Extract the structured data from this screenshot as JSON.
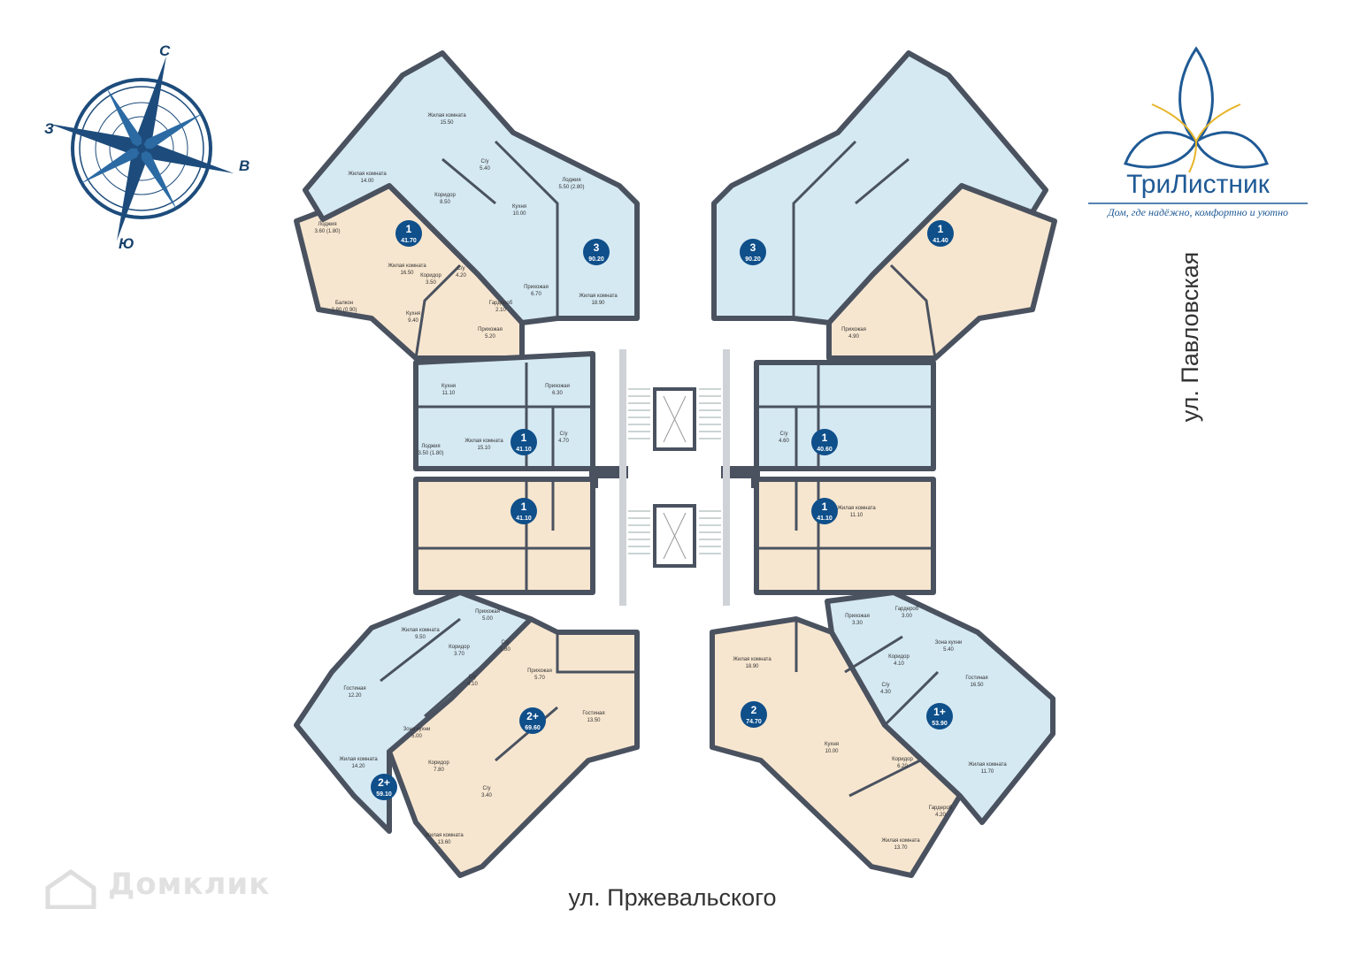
{
  "streets": {
    "bottom": "ул. Пржевальского",
    "right": "ул. Павловская"
  },
  "logo": {
    "title": "ТриЛистник",
    "tagline": "Дом, где надёжно, комфортно и уютно",
    "icon": "three-leaf-logo-icon",
    "colors": {
      "blue": "#1f5a95",
      "gold": "#e7b52a"
    }
  },
  "compass": {
    "north": "С",
    "east": "В",
    "south": "Ю",
    "west": "З",
    "icon": "compass-rose-icon"
  },
  "watermark": {
    "text": "Домклик",
    "icon": "house-icon"
  },
  "colors": {
    "wall": "#4a5260",
    "unit_blue": "#d5e9f3",
    "unit_beige": "#f7e6cf",
    "badge": "#0f4f8a",
    "corridor": "#ffffff"
  },
  "apartments": [
    {
      "id": "nw-1",
      "rooms": "1",
      "area": "41.70",
      "tint": "beige"
    },
    {
      "id": "nw-3",
      "rooms": "3",
      "area": "90.20",
      "tint": "blue"
    },
    {
      "id": "ne-3",
      "rooms": "3",
      "area": "90.20",
      "tint": "blue"
    },
    {
      "id": "ne-1",
      "rooms": "1",
      "area": "41.40",
      "tint": "beige"
    },
    {
      "id": "wu-1",
      "rooms": "1",
      "area": "41.10",
      "tint": "blue"
    },
    {
      "id": "wl-1",
      "rooms": "1",
      "area": "41.10",
      "tint": "beige"
    },
    {
      "id": "eu-1",
      "rooms": "1",
      "area": "40.60",
      "tint": "blue"
    },
    {
      "id": "el-1",
      "rooms": "1",
      "area": "41.10",
      "tint": "beige"
    },
    {
      "id": "sw-2p",
      "rooms": "2+",
      "area": "59.10",
      "tint": "blue"
    },
    {
      "id": "sc-2p",
      "rooms": "2+",
      "area": "69.60",
      "tint": "beige"
    },
    {
      "id": "se-2",
      "rooms": "2",
      "area": "74.70",
      "tint": "beige"
    },
    {
      "id": "se-1p",
      "rooms": "1+",
      "area": "53.90",
      "tint": "blue"
    }
  ],
  "rooms": [
    {
      "name": "Жилая комната",
      "area": "15.50"
    },
    {
      "name": "Жилая комната",
      "area": "14.00"
    },
    {
      "name": "С/у",
      "area": "5.40"
    },
    {
      "name": "Коридор",
      "area": "8.50"
    },
    {
      "name": "Кухня",
      "area": "10.00"
    },
    {
      "name": "Лоджия",
      "area": "5.50 (2.80)"
    },
    {
      "name": "Лоджия",
      "area": "3.60 (1.80)"
    },
    {
      "name": "Жилая комната",
      "area": "16.50"
    },
    {
      "name": "С/у",
      "area": "4.20"
    },
    {
      "name": "Коридор",
      "area": "3.50"
    },
    {
      "name": "Прихожая",
      "area": "6.70"
    },
    {
      "name": "Жилая комната",
      "area": "18.90"
    },
    {
      "name": "Гардероб",
      "area": "2.10"
    },
    {
      "name": "Балкон",
      "area": "2.90 (0.90)"
    },
    {
      "name": "Кухня",
      "area": "9.40"
    },
    {
      "name": "Прихожая",
      "area": "5.20"
    },
    {
      "name": "Прихожая",
      "area": "4.90"
    },
    {
      "name": "Кухня",
      "area": "11.10"
    },
    {
      "name": "Прихожая",
      "area": "6.30"
    },
    {
      "name": "С/у",
      "area": "4.70"
    },
    {
      "name": "Жилая комната",
      "area": "15.10"
    },
    {
      "name": "Лоджия",
      "area": "3.50 (1.80)"
    },
    {
      "name": "С/у",
      "area": "4.60"
    },
    {
      "name": "Жилая комната",
      "area": "11.10"
    },
    {
      "name": "Жилая комната",
      "area": "9.50"
    },
    {
      "name": "Прихожая",
      "area": "5.00"
    },
    {
      "name": "Коридор",
      "area": "3.70"
    },
    {
      "name": "С/у",
      "area": "1.80"
    },
    {
      "name": "С/у",
      "area": "4.10"
    },
    {
      "name": "Гостиная",
      "area": "12.20"
    },
    {
      "name": "Зона кухни",
      "area": "5.00"
    },
    {
      "name": "Жилая комната",
      "area": "14.20"
    },
    {
      "name": "Прихожая",
      "area": "5.70"
    },
    {
      "name": "Гостиная",
      "area": "13.50"
    },
    {
      "name": "Коридор",
      "area": "7.80"
    },
    {
      "name": "С/у",
      "area": "3.40"
    },
    {
      "name": "Жилая комната",
      "area": "13.60"
    },
    {
      "name": "Прихожая",
      "area": "3.30"
    },
    {
      "name": "Гардероб",
      "area": "3.00"
    },
    {
      "name": "Зона кухни",
      "area": "5.40"
    },
    {
      "name": "Коридор",
      "area": "4.10"
    },
    {
      "name": "С/у",
      "area": "4.30"
    },
    {
      "name": "Гостиная",
      "area": "16.50"
    },
    {
      "name": "Жилая комната",
      "area": "18.90"
    },
    {
      "name": "Кухня",
      "area": "10.00"
    },
    {
      "name": "Коридор",
      "area": "6.20"
    },
    {
      "name": "Жилая комната",
      "area": "11.70"
    },
    {
      "name": "Гардероб",
      "area": "4.20"
    },
    {
      "name": "Жилая комната",
      "area": "13.70"
    }
  ]
}
